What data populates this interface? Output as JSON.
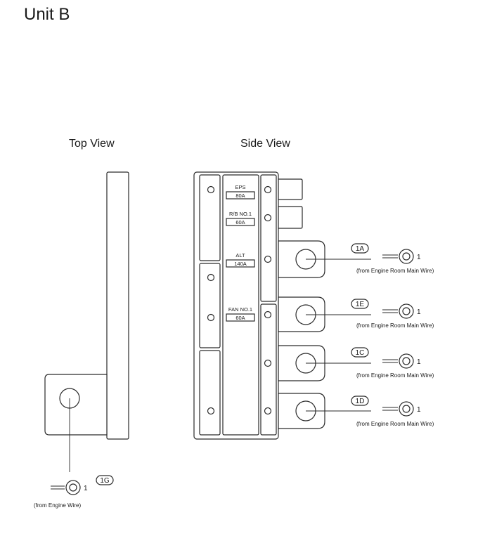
{
  "title": "Unit B",
  "top_view": {
    "label": "Top View",
    "connector": {
      "id": "1G",
      "pin": "1",
      "source": "(from Engine Wire)"
    }
  },
  "side_view": {
    "label": "Side View",
    "fuses": [
      {
        "name": "EPS",
        "rating": "80A"
      },
      {
        "name": "R/B NO.1",
        "rating": "60A"
      },
      {
        "name": "ALT",
        "rating": "140A"
      },
      {
        "name": "FAN NO.1",
        "rating": "60A"
      }
    ],
    "connectors": [
      {
        "id": "1A",
        "pin": "1",
        "source": "(from Engine Room Main Wire)"
      },
      {
        "id": "1E",
        "pin": "1",
        "source": "(from Engine Room Main Wire)"
      },
      {
        "id": "1C",
        "pin": "1",
        "source": "(from Engine Room Main Wire)"
      },
      {
        "id": "1D",
        "pin": "1",
        "source": "(from Engine Room Main Wire)"
      }
    ]
  }
}
